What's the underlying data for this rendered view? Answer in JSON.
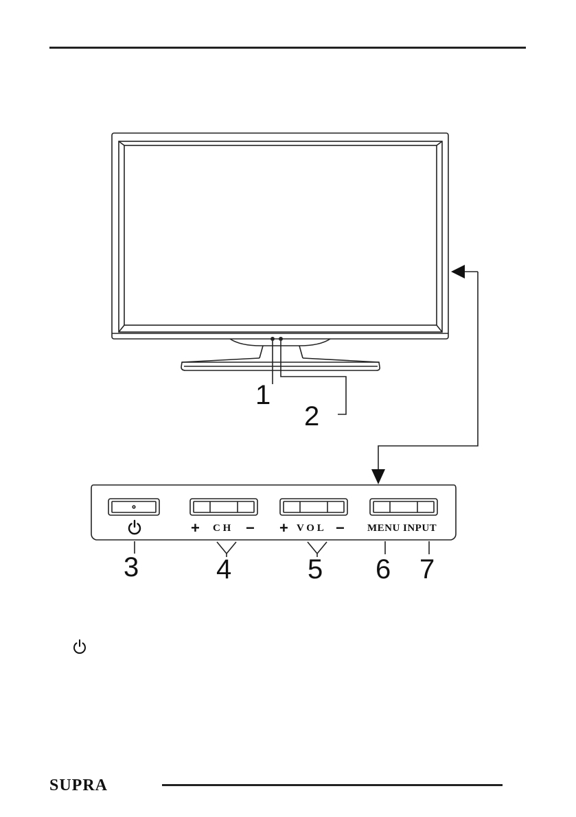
{
  "callouts": {
    "c1": "1",
    "c2": "2",
    "c3": "3",
    "c4": "4",
    "c5": "5",
    "c6": "6",
    "c7": "7"
  },
  "panel_labels": {
    "ch": "C H",
    "vol": "V O L",
    "menu": "MENU",
    "input": "INPUT",
    "plus": "+",
    "minus": "−"
  },
  "icons": {
    "power": "power-icon"
  },
  "footer": {
    "brand": "SUPRA"
  }
}
